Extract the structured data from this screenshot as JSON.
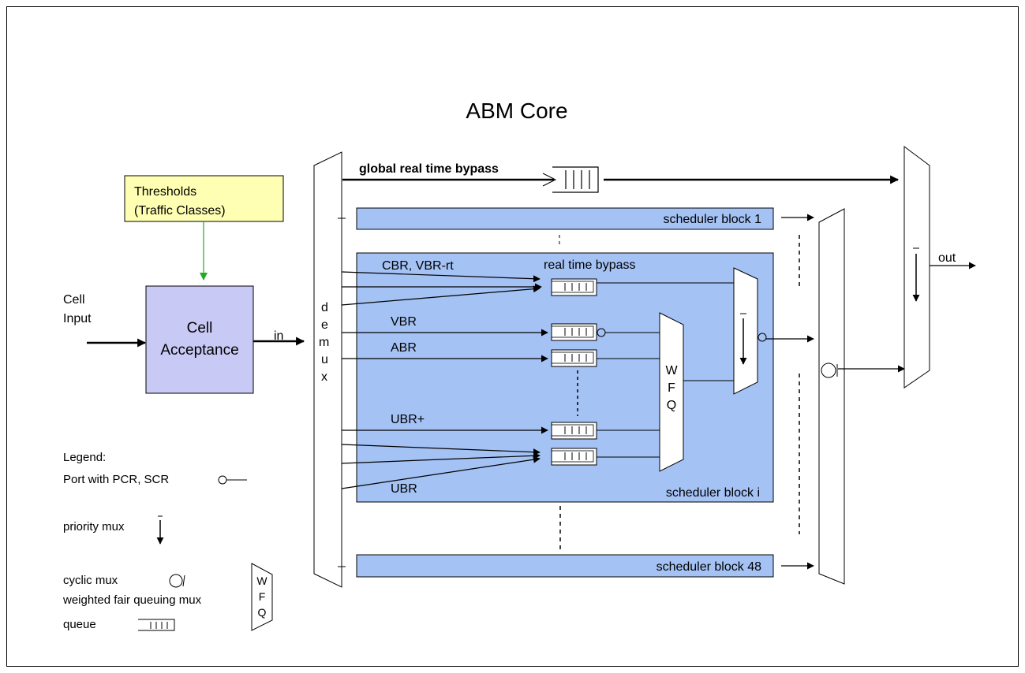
{
  "title": "ABM Core",
  "thresholds": {
    "line1": "Thresholds",
    "line2": "(Traffic Classes)"
  },
  "cell_input": {
    "line1": "Cell",
    "line2": "Input"
  },
  "cell_acceptance": {
    "line1": "Cell",
    "line2": "Acceptance"
  },
  "in_label": "in",
  "demux_letters": [
    "d",
    "e",
    "m",
    "u",
    "x"
  ],
  "global_bypass_label": "global real time bypass",
  "scheduler_block_1": "scheduler block 1",
  "scheduler_block_i": "scheduler block i",
  "scheduler_block_48": "scheduler block 48",
  "real_time_bypass": "real time bypass",
  "classes": {
    "cbr": "CBR, VBR-rt",
    "vbr": "VBR",
    "abr": "ABR",
    "ubr_plus": "UBR+",
    "ubr": "UBR"
  },
  "wfq_letters": [
    "W",
    "F",
    "Q"
  ],
  "out_label": "out",
  "legend": {
    "title": "Legend:",
    "port": "Port with PCR, SCR",
    "priority": "priority mux",
    "cyclic": "cyclic mux",
    "wfq": "weighted fair queuing mux",
    "queue": "queue"
  },
  "colors": {
    "block_fill": "#a4c2f4",
    "thresholds_fill": "#ffffb3",
    "acceptance_fill": "#c9c9f5",
    "green_arrow": "#22aa22"
  }
}
